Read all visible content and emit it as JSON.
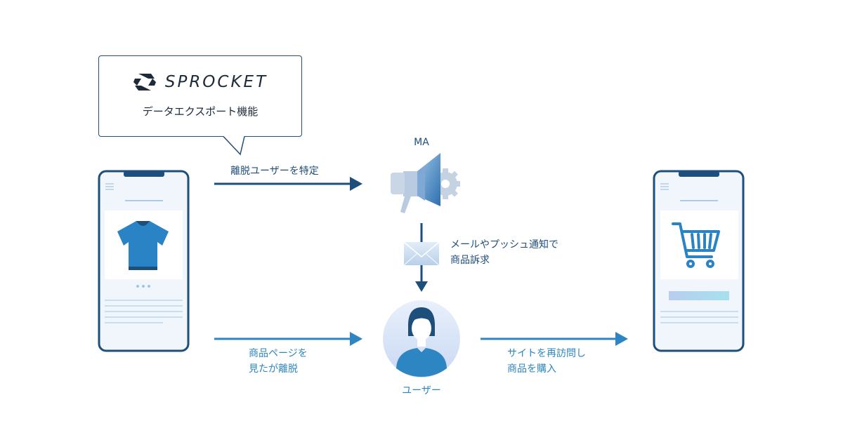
{
  "callout": {
    "brand": "SPROCKET",
    "feature": "データエクスポート機能"
  },
  "ma": {
    "label": "MA",
    "icon": "megaphone-gear-icon"
  },
  "flows": {
    "identify_label": "離脱ユーザーを特定",
    "appeal_line1": "メールやプッシュ通知で",
    "appeal_line2": "商品訴求",
    "exit_line1": "商品ページを",
    "exit_line2": "見たが離脱",
    "revisit_line1": "サイトを再訪問し",
    "revisit_line2": "商品を購入"
  },
  "user": {
    "label": "ユーザー"
  },
  "colors": {
    "dark_blue": "#1e4e7a",
    "mid_blue": "#2d86c1",
    "light_blue": "#9cc6e6"
  }
}
